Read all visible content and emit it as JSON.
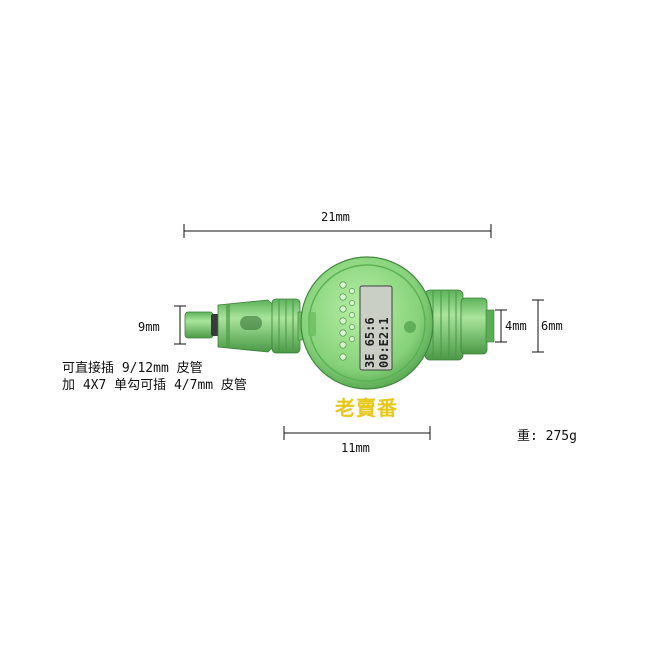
{
  "dimensions": {
    "total_length": "21mm",
    "left_connector": "9mm",
    "body_width": "11mm",
    "right_inner": "4mm",
    "right_outer": "6mm"
  },
  "notes": {
    "line1": "可直接插 9/12mm 皮管",
    "line2": "加 4X7 单勾可插 4/7mm 皮管"
  },
  "weight": "重: 275g",
  "watermark": "老賣番",
  "lcd": {
    "line1": "3E 65:6",
    "line2": "00:E2:1"
  },
  "colors": {
    "body_green": "#86d27a",
    "dark_green": "#4fa24a",
    "lcd_bg": "#c9cfc4"
  }
}
